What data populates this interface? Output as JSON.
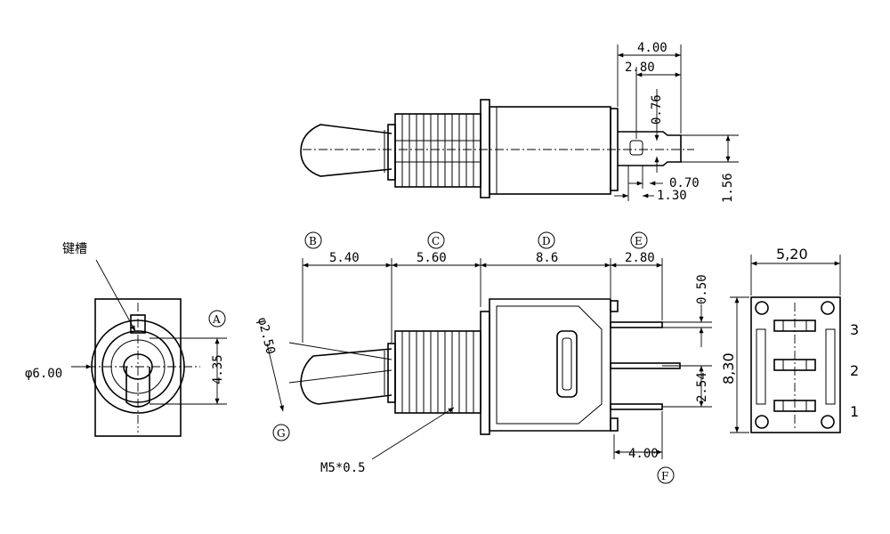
{
  "top_view": {
    "dims": {
      "d_4_00": "4.00",
      "d_2_80": "2.80",
      "d_0_76": "0.76",
      "d_0_70": "0.70",
      "d_1_30": "1.30",
      "d_1_56": "1.56"
    }
  },
  "end_view": {
    "keyway_label": "键槽",
    "dia_label": "φ6.00",
    "height_label": "4.35",
    "circle_label": "A"
  },
  "side_view": {
    "circles": {
      "b": "B",
      "c": "C",
      "d": "D",
      "e": "E",
      "f": "F",
      "g": "G"
    },
    "dims": {
      "d_5_40": "5.40",
      "d_5_60": "5.60",
      "d_8_6": "8.6",
      "d_2_80": "2.80",
      "d_0_50": "0.50",
      "d_2_54": "2.54",
      "d_4_00": "4.00",
      "d_phi_2_50": "φ2.50"
    },
    "thread_label": "M5*0.5"
  },
  "bottom_view": {
    "width_label": "5,20",
    "height_label": "8,30",
    "pins": [
      "3",
      "2",
      "1"
    ]
  }
}
